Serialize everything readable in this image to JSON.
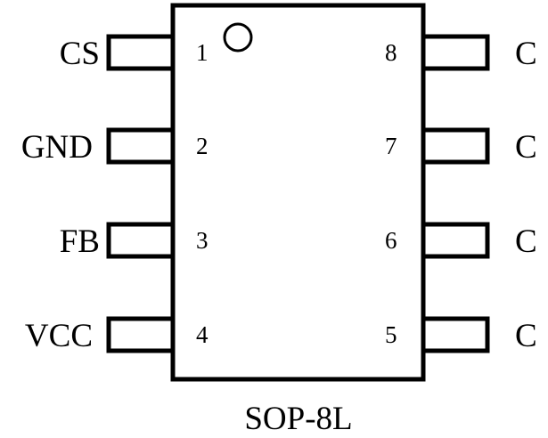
{
  "package": {
    "label": "SOP-8L"
  },
  "pins": {
    "left": [
      {
        "number": "1",
        "name": "CS"
      },
      {
        "number": "2",
        "name": "GND"
      },
      {
        "number": "3",
        "name": "FB"
      },
      {
        "number": "4",
        "name": "VCC"
      }
    ],
    "right": [
      {
        "number": "8",
        "name": "C"
      },
      {
        "number": "7",
        "name": "C"
      },
      {
        "number": "6",
        "name": "C"
      },
      {
        "number": "5",
        "name": "C"
      }
    ]
  },
  "colors": {
    "line": "#000000",
    "background": "#ffffff"
  }
}
